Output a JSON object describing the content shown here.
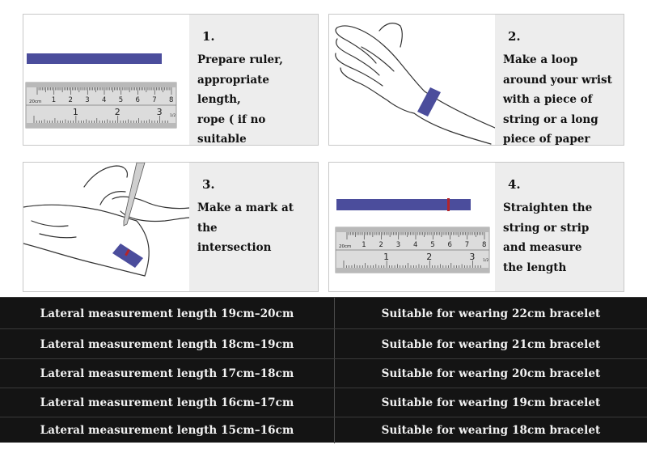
{
  "steps": [
    {
      "number": "1.",
      "text": "Prepare ruler,\nappropriate length,\nrope ( if no suitable\nrope can be replaced\nby a thin strip)"
    },
    {
      "number": "2.",
      "text": "Make a loop\naround your wrist\nwith a piece of\nstring or a long\npiece of paper"
    },
    {
      "number": "3.",
      "text": "Make a mark at the\nintersection"
    },
    {
      "number": "4.",
      "text": "Straighten the\nstring or strip\nand measure\nthe length"
    }
  ],
  "ruler": {
    "cm_label": "20cm",
    "cm_ticks": [
      "1",
      "2",
      "3",
      "4",
      "5",
      "6",
      "7",
      "8"
    ],
    "inch_ticks": [
      "1",
      "2",
      "3"
    ],
    "inch_end": "1/2"
  },
  "colors": {
    "strip": "#4b4d9c",
    "mark": "#b3252b",
    "table_bg": "#141414",
    "panel_text_bg": "#ededed"
  },
  "size_table": [
    {
      "measurement": "Lateral measurement length 19cm–20cm",
      "suitable": "Suitable for wearing 22cm bracelet"
    },
    {
      "measurement": "Lateral measurement length 18cm–19cm",
      "suitable": "Suitable for wearing 21cm bracelet"
    },
    {
      "measurement": "Lateral measurement length 17cm–18cm",
      "suitable": "Suitable for wearing 20cm bracelet"
    },
    {
      "measurement": "Lateral measurement length 16cm–17cm",
      "suitable": "Suitable for wearing 19cm bracelet"
    },
    {
      "measurement": "Lateral measurement length 15cm–16cm",
      "suitable": "Suitable for wearing 18cm bracelet"
    }
  ]
}
